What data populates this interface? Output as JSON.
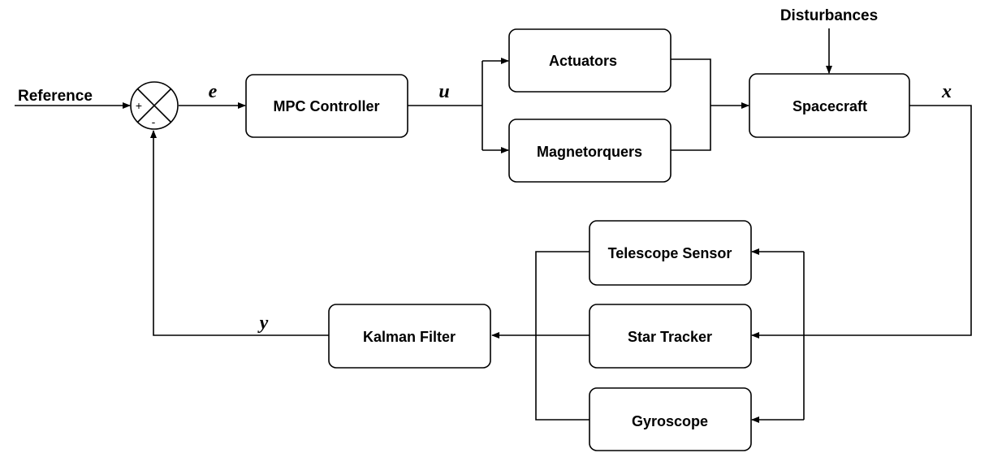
{
  "blocks": {
    "mpc_controller": "MPC Controller",
    "actuators": "Actuators",
    "magnetorquers": "Magnetorquers",
    "spacecraft": "Spacecraft",
    "telescope_sensor": "Telescope Sensor",
    "star_tracker": "Star Tracker",
    "gyroscope": "Gyroscope",
    "kalman_filter": "Kalman Filter"
  },
  "inputs": {
    "reference": "Reference",
    "disturbances": "Disturbances"
  },
  "signals": {
    "error": "e",
    "control": "u",
    "state": "x",
    "output": "y"
  },
  "summing_junction": {
    "plus": "+",
    "minus": "-"
  }
}
